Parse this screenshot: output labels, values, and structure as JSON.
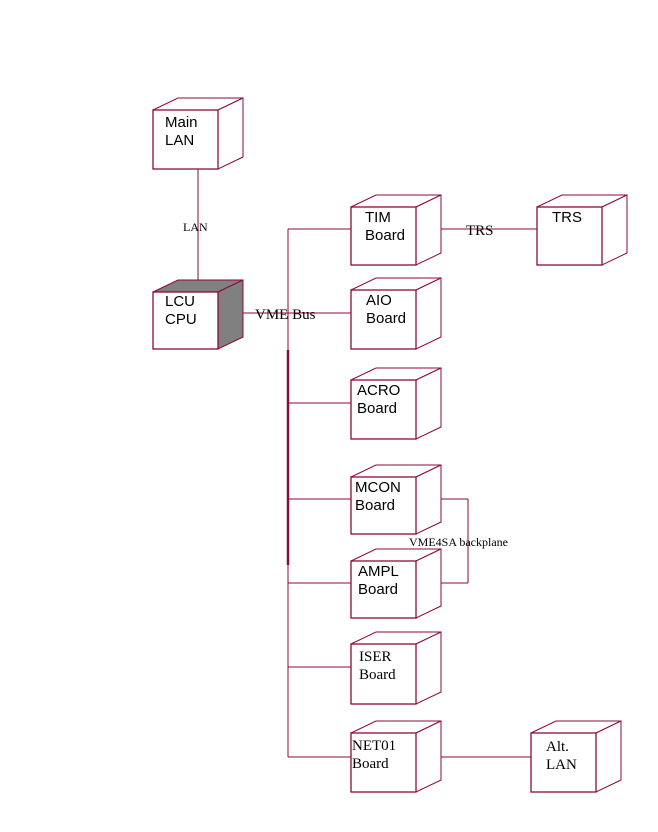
{
  "diagram": {
    "type": "deployment",
    "line_color": "#8B0A3A",
    "shade_color": "#808080",
    "nodes": [
      {
        "id": "main-lan",
        "lines": [
          "Main",
          "LAN"
        ],
        "font": "sans",
        "shaded": false
      },
      {
        "id": "lcu-cpu",
        "lines": [
          "LCU",
          "CPU"
        ],
        "font": "sans",
        "shaded": true
      },
      {
        "id": "tim-board",
        "lines": [
          "TIM",
          "Board"
        ],
        "font": "sans",
        "shaded": false
      },
      {
        "id": "trs",
        "lines": [
          "TRS"
        ],
        "font": "sans",
        "shaded": false
      },
      {
        "id": "aio-board",
        "lines": [
          "AIO",
          "Board"
        ],
        "font": "sans",
        "shaded": false
      },
      {
        "id": "acro-board",
        "lines": [
          "ACRO",
          "Board"
        ],
        "font": "sans",
        "shaded": false
      },
      {
        "id": "mcon-board",
        "lines": [
          "MCON",
          "Board"
        ],
        "font": "sans",
        "shaded": false
      },
      {
        "id": "ampl-board",
        "lines": [
          "AMPL",
          "Board"
        ],
        "font": "sans",
        "shaded": false
      },
      {
        "id": "iser-board",
        "lines": [
          "ISER",
          "Board"
        ],
        "font": "serif",
        "shaded": false
      },
      {
        "id": "net01-board",
        "lines": [
          "NET01",
          "Board"
        ],
        "font": "serif",
        "shaded": false
      },
      {
        "id": "alt-lan",
        "lines": [
          "Alt.",
          "LAN"
        ],
        "font": "serif",
        "shaded": false
      }
    ],
    "connections": [
      {
        "from": "main-lan",
        "to": "lcu-cpu",
        "label": "LAN"
      },
      {
        "from": "lcu-cpu",
        "to": "vme-bus",
        "label": "VME Bus"
      },
      {
        "from": "tim-board",
        "to": "trs",
        "label": "TRS"
      },
      {
        "from": "mcon-board",
        "to": "ampl-board",
        "label": "VME4SA backplane"
      },
      {
        "from": "net01-board",
        "to": "alt-lan",
        "label": ""
      }
    ],
    "bus_members": [
      "tim-board",
      "aio-board",
      "acro-board",
      "mcon-board",
      "ampl-board",
      "iser-board",
      "net01-board"
    ]
  }
}
